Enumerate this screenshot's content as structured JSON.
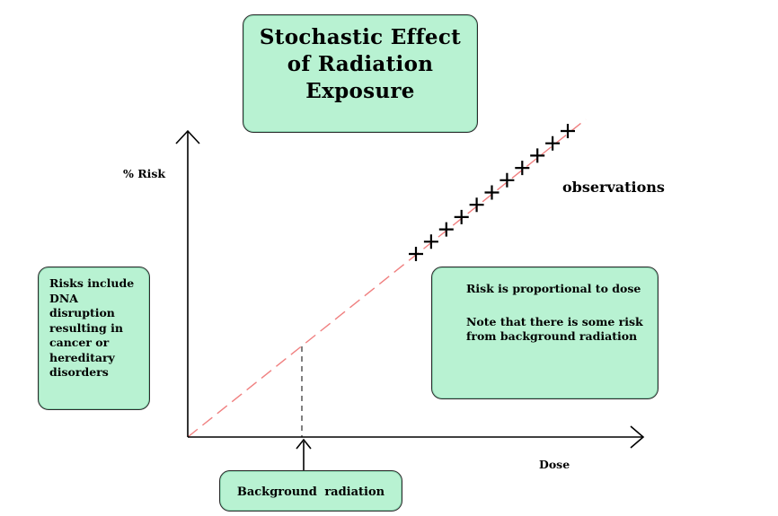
{
  "title": {
    "line1": "Stochastic  Effect",
    "line2": "of Radiation",
    "line3": "Exposure"
  },
  "y_axis_label": "% Risk",
  "x_axis_label": "Dose",
  "observations_label": "observations",
  "left_note": "Risks include\nDNA\ndisruption\nresulting in\ncancer or\nhereditary\ndisorders",
  "right_note": {
    "para1": "Risk is proportional to dose",
    "para2": "Note that there is some risk from background radiation"
  },
  "background_label": "Background  radiation",
  "colors": {
    "box_fill": "#b8f2d2",
    "trend_line": "#f08080",
    "axis": "#000000"
  },
  "icons": {
    "observation_marker": "plus-marker",
    "background_pointer": "up-arrow-icon"
  },
  "observation_count": 11
}
